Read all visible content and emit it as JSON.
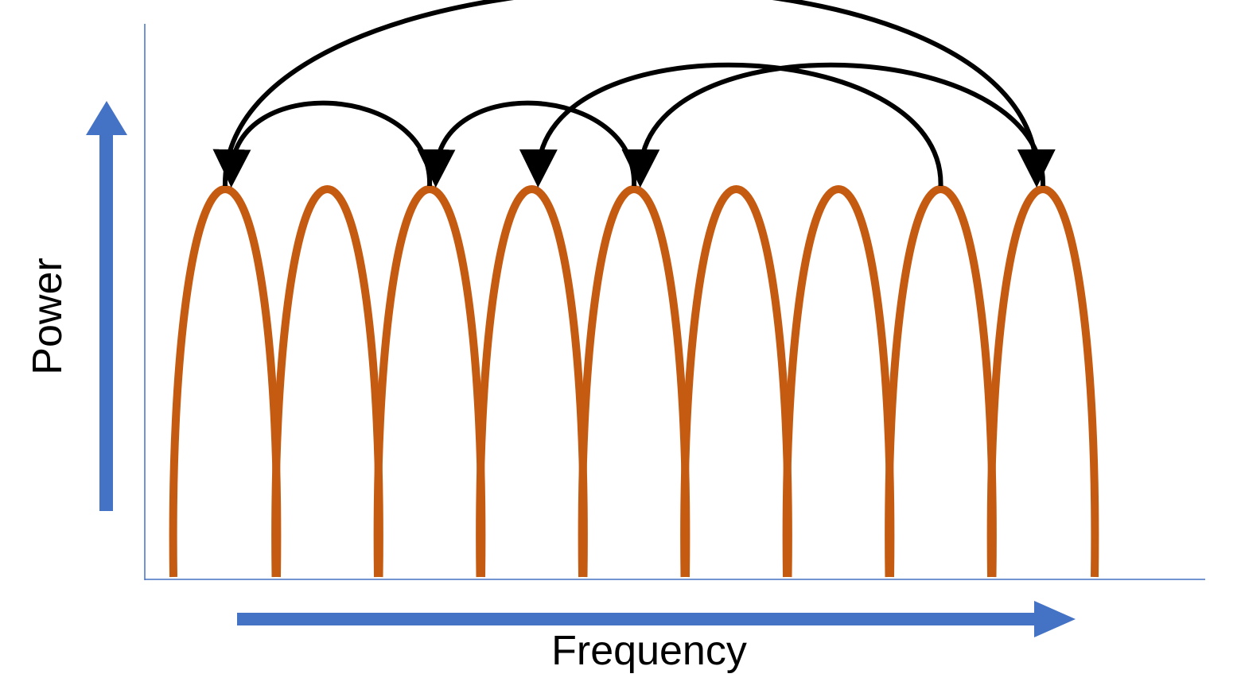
{
  "labels": {
    "x_axis": "Frequency",
    "y_axis": "Power"
  },
  "colors": {
    "channel_lobe": "#C55A11",
    "axis_arrow": "#4472C4",
    "axis_line": "#4472C4",
    "hop_arrow": "#000000",
    "background": "#FFFFFF"
  },
  "channels": {
    "count": 9
  },
  "hops": [
    {
      "from_channel": 3,
      "to_channel": 1
    },
    {
      "from_channel": 5,
      "to_channel": 3
    },
    {
      "from_channel": 8,
      "to_channel": 4
    },
    {
      "from_channel": 9,
      "to_channel": 5
    },
    {
      "from_channel": 1,
      "to_channel": 9
    }
  ]
}
